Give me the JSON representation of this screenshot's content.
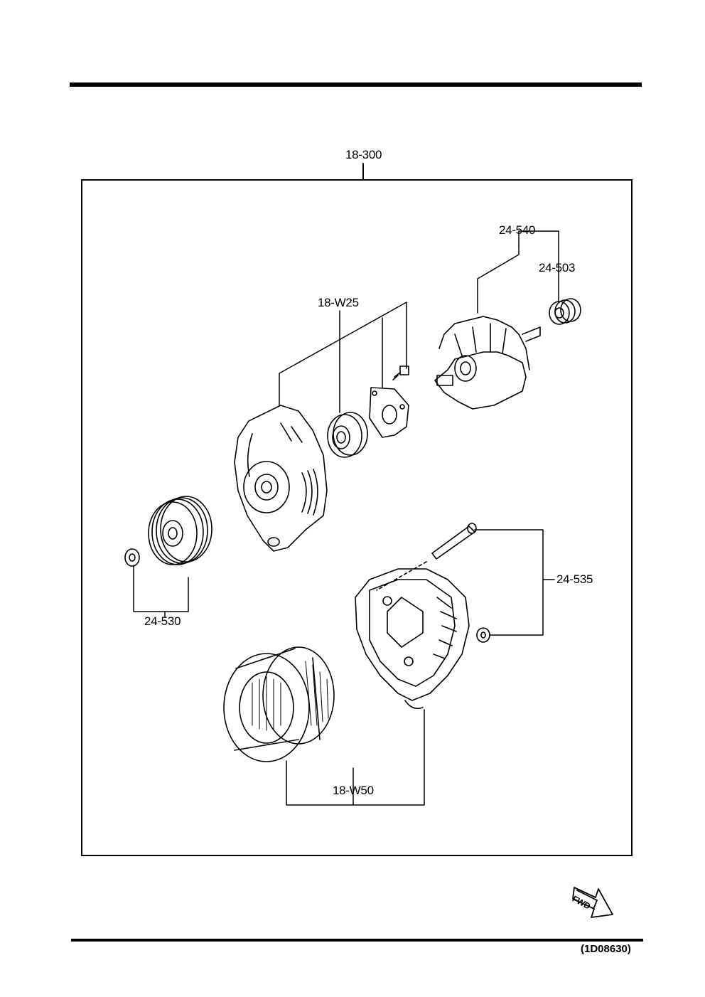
{
  "diagram": {
    "assembly_label": "18-300",
    "part_labels": {
      "p24_540": "24-540",
      "p24_503": "24-503",
      "p18_w25": "18-W25",
      "p24_535": "24-535",
      "p24_530": "24-530",
      "p18_w50": "18-W50"
    },
    "fwd_label": "FWD",
    "figure_code": "(1D08630)"
  }
}
